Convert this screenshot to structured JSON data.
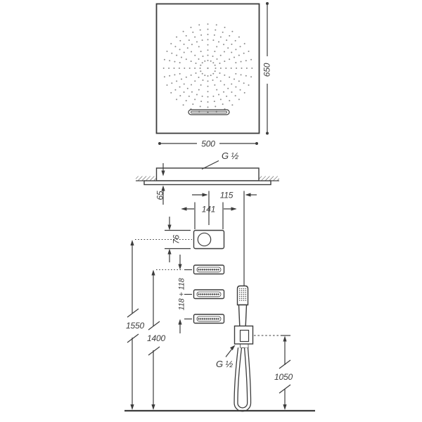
{
  "palette": {
    "background": "#ffffff",
    "line": "#3c3c3c"
  },
  "dimensions": {
    "head_width": "500",
    "head_height": "650",
    "ceiling_connection": "G ½",
    "recess_depth": "65",
    "hand_shower_offset": "115",
    "panel_width": "141",
    "control_height": "76",
    "jet_spacing": "118 + 118",
    "control_height_from_floor": "1550",
    "jets_height_from_floor": "1400",
    "hand_shower_height_from_floor": "1050",
    "hand_shower_connection": "G ½"
  }
}
